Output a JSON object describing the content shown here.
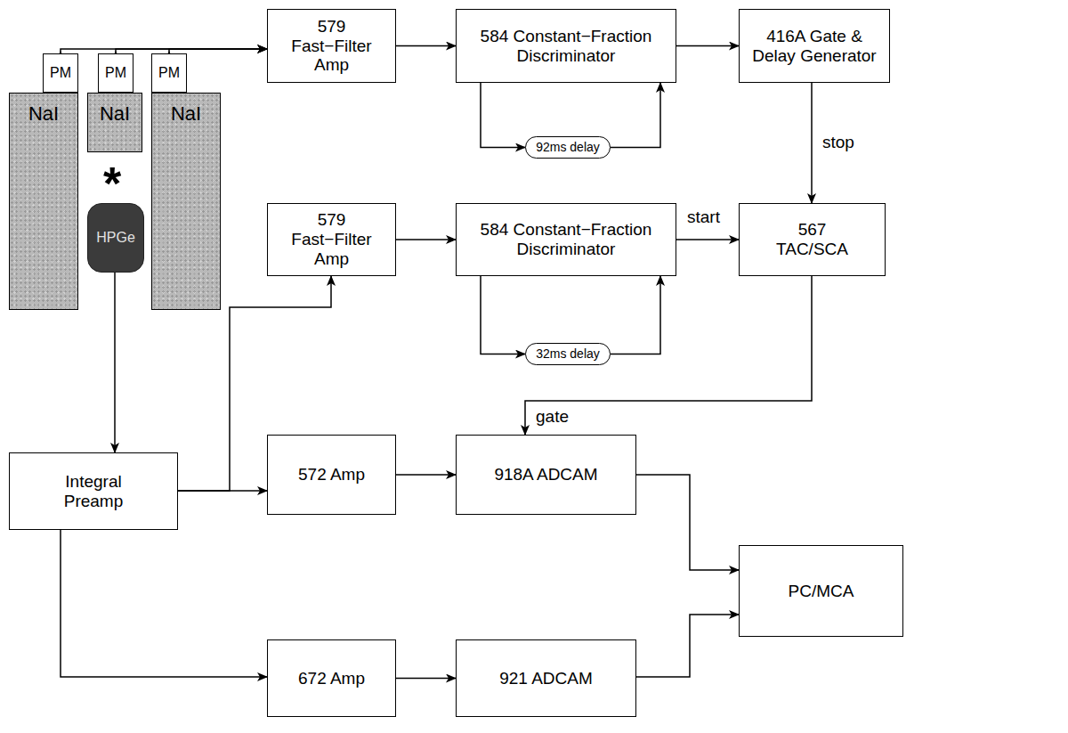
{
  "diagram": {
    "nodes": [
      {
        "text": [
          "NaI"
        ]
      },
      {
        "text": [
          "NaI"
        ]
      },
      {
        "text": [
          "NaI"
        ]
      },
      {
        "text": [
          "PM"
        ]
      },
      {
        "text": [
          "PM"
        ]
      },
      {
        "text": [
          "PM"
        ]
      },
      {
        "text": [
          "HPGe"
        ]
      },
      {
        "text": [
          "579 Fast−Filter Amp"
        ]
      },
      {
        "text": [
          "584 Constant−Fraction Discriminator"
        ]
      },
      {
        "text": [
          "416A Gate & Delay Generator"
        ]
      },
      {
        "text": [
          "579 Fast−Filter Amp"
        ]
      },
      {
        "text": [
          "584 Constant−Fraction Discriminator"
        ]
      },
      {
        "text": [
          "567 TAC/SCA"
        ]
      },
      {
        "text": [
          "Integral Preamp"
        ]
      },
      {
        "text": [
          "572 Amp"
        ]
      },
      {
        "text": [
          "918A ADCAM"
        ]
      },
      {
        "text": [
          "PC/MCA"
        ]
      },
      {
        "text": [
          "672 Amp"
        ]
      },
      {
        "text": [
          "921 ADCAM"
        ]
      },
      {
        "text": [
          "92ms delay"
        ]
      },
      {
        "text": [
          "32ms delay"
        ]
      }
    ],
    "edges": [
      {
        "from": 3,
        "to": 7,
        "arrow": "to"
      },
      {
        "from": 4,
        "to": 7,
        "arrow": "to"
      },
      {
        "from": 5,
        "to": 7,
        "arrow": "to"
      },
      {
        "from": 7,
        "to": 8,
        "arrow": "to"
      },
      {
        "from": 8,
        "to": 9,
        "arrow": "to"
      },
      {
        "from": 8,
        "to": 19,
        "arrow": "to"
      },
      {
        "from": 19,
        "to": 8,
        "arrow": "to"
      },
      {
        "from": 9,
        "to": 12,
        "label": "stop",
        "arrow": "to"
      },
      {
        "from": 6,
        "to": 13,
        "arrow": "to"
      },
      {
        "from": 13,
        "to": 10,
        "arrow": "to"
      },
      {
        "from": 10,
        "to": 11,
        "arrow": "to"
      },
      {
        "from": 11,
        "to": 20,
        "arrow": "to"
      },
      {
        "from": 20,
        "to": 11,
        "arrow": "to"
      },
      {
        "from": 11,
        "to": 12,
        "label": "start",
        "arrow": "to"
      },
      {
        "from": 13,
        "to": 14,
        "arrow": "to"
      },
      {
        "from": 14,
        "to": 15,
        "arrow": "to"
      },
      {
        "from": 12,
        "to": 15,
        "label": "gate",
        "arrow": "to"
      },
      {
        "from": 15,
        "to": 16,
        "arrow": "to"
      },
      {
        "from": 13,
        "to": 17,
        "arrow": "to"
      },
      {
        "from": 17,
        "to": 18,
        "arrow": "to"
      },
      {
        "from": 18,
        "to": 16,
        "arrow": "to"
      }
    ],
    "labels": [
      "*"
    ]
  }
}
